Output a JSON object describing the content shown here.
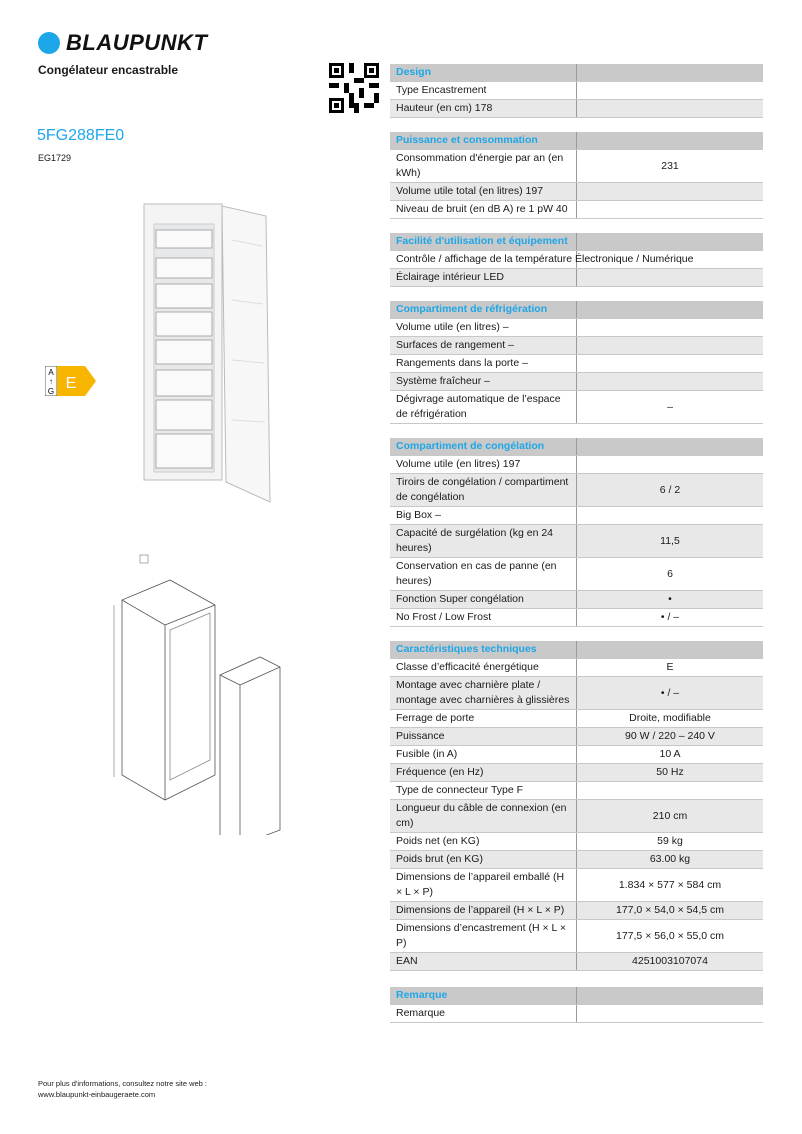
{
  "brand": {
    "name": "BLAUPUNKT",
    "color": "#1ea7e8"
  },
  "product": {
    "subtitle": "Congélateur encastrable",
    "model": "5FG288FE0",
    "code": "EG1729"
  },
  "energy_label": {
    "scale_top": "A",
    "scale_bottom": "G",
    "class": "E",
    "color": "#f7b500"
  },
  "sections": [
    {
      "title": "Design",
      "rows": [
        {
          "label": "Type Encastrement",
          "value": ""
        },
        {
          "label": "Hauteur (en cm) 178",
          "value": ""
        }
      ]
    },
    {
      "title": "Puissance et consommation",
      "rows": [
        {
          "label": "Consommation d'énergie par an (en kWh)",
          "value": "231"
        },
        {
          "label": "Volume utile total (en litres) 197",
          "value": ""
        },
        {
          "label": "Niveau de bruit (en dB A) re 1 pW 40",
          "value": ""
        }
      ]
    },
    {
      "title": "Facilité d'utilisation et équipement",
      "rows": [
        {
          "label": "Contrôle / affichage de la température Électronique / Numérique",
          "value": ""
        },
        {
          "label": "Éclairage intérieur LED",
          "value": ""
        }
      ]
    },
    {
      "title": "Compartiment de réfrigération",
      "rows": [
        {
          "label": "Volume utile (en litres) –",
          "value": ""
        },
        {
          "label": "Surfaces de rangement –",
          "value": ""
        },
        {
          "label": "Rangements dans la porte –",
          "value": ""
        },
        {
          "label": "Système fraîcheur –",
          "value": ""
        },
        {
          "label": "Dégivrage automatique de l’espace de réfrigération",
          "value": "–"
        }
      ]
    },
    {
      "title": "Compartiment de congélation",
      "rows": [
        {
          "label": "Volume utile (en litres) 197",
          "value": ""
        },
        {
          "label": "Tiroirs de congélation / compartiment de congélation",
          "value": "6 / 2"
        },
        {
          "label": "Big Box –",
          "value": ""
        },
        {
          "label": "Capacité de surgélation (kg en 24 heures)",
          "value": "11,5"
        },
        {
          "label": "Conservation en cas de panne (en heures)",
          "value": "6"
        },
        {
          "label": "Fonction Super congélation",
          "value": "•"
        },
        {
          "label": "No Frost / Low Frost",
          "value": "• / –"
        }
      ]
    },
    {
      "title": "Caractéristiques techniques",
      "rows": [
        {
          "label": "Classe d’efficacité énergétique",
          "value": "E"
        },
        {
          "label": "Montage avec charnière plate / montage avec charnières à glissières",
          "value": "• / –"
        },
        {
          "label": "Ferrage de porte",
          "value": "Droite, modifiable"
        },
        {
          "label": "Puissance",
          "value": "90 W / 220 – 240 V"
        },
        {
          "label": "Fusible (in A)",
          "value": "10 A"
        },
        {
          "label": "Fréquence (en Hz)",
          "value": "50 Hz"
        },
        {
          "label": "Type de connecteur Type F",
          "value": ""
        },
        {
          "label": "Longueur du câble de connexion (en cm)",
          "value": "210 cm"
        },
        {
          "label": "Poids net (en KG)",
          "value": "59 kg"
        },
        {
          "label": "Poids brut (en KG)",
          "value": "63.00 kg"
        },
        {
          "label": "Dimensions de l’appareil emballé (H × L × P)",
          "value": "1.834 × 577 × 584 cm"
        },
        {
          "label": "Dimensions de l’appareil (H × L × P)",
          "value": "177,0 × 54,0 × 54,5 cm"
        },
        {
          "label": "Dimensions d’encastrement (H × L × P)",
          "value": "177,5 × 56,0 × 55,0 cm"
        },
        {
          "label": "EAN",
          "value": "4251003107074"
        }
      ]
    },
    {
      "title": "Remarque",
      "rows": [
        {
          "label": "Remarque",
          "value": ""
        }
      ]
    }
  ],
  "footer": {
    "line1": "Pour plus d'informations, consultez notre site web :",
    "line2": "www.blaupunkt-einbaugeraete.com"
  }
}
